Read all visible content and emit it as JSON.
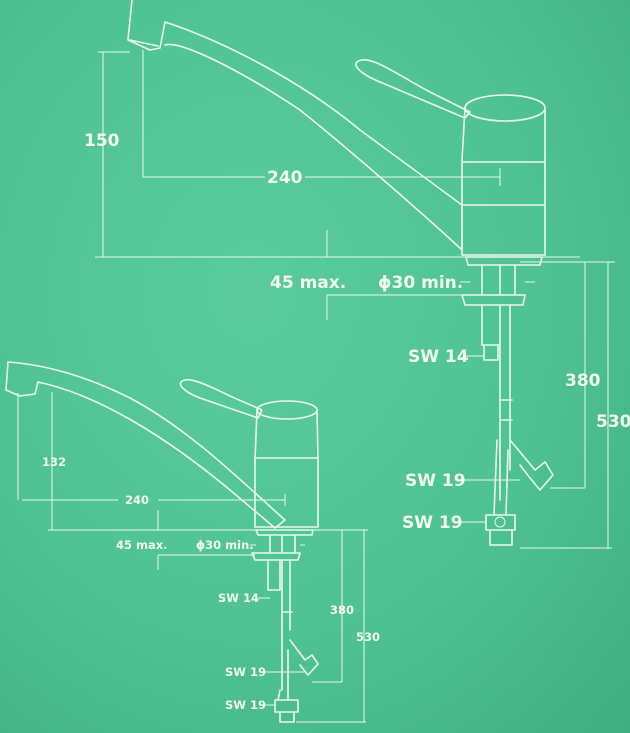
{
  "colors": {
    "background": "#52c595",
    "lines": "#eaf8ea"
  },
  "large_drawing": {
    "height_label": "150",
    "reach_label": "240",
    "thickness_label": "45 max.",
    "hole_label": "ϕ30 min.",
    "nut_top_label": "SW 14",
    "nut_mid_label": "SW 19",
    "nut_bottom_label": "SW 19",
    "hose_length_label": "380",
    "total_length_label": "530"
  },
  "small_drawing": {
    "height_label": "132",
    "reach_label": "240",
    "thickness_label": "45 max.",
    "hole_label": "ϕ30 min.",
    "nut_top_label": "SW 14",
    "nut_mid_label": "SW 19",
    "nut_bottom_label": "SW 19",
    "hose_length_label": "380",
    "total_length_label": "530"
  }
}
